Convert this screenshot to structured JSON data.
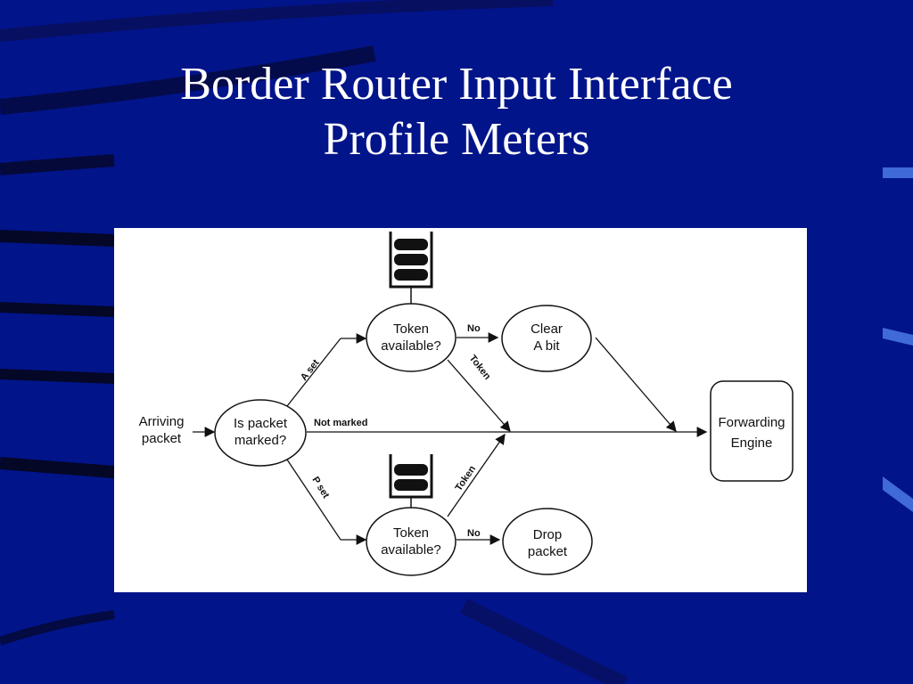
{
  "slide": {
    "title_line1": "Border Router Input Interface",
    "title_line2": "Profile Meters",
    "colors": {
      "background": "#02148a",
      "title": "#ffffff",
      "panel": "#ffffff"
    }
  },
  "diagram": {
    "nodes": {
      "arriving_1": "Arriving",
      "arriving_2": "packet",
      "is_marked_1": "Is packet",
      "is_marked_2": "marked?",
      "token_top_1": "Token",
      "token_top_2": "available?",
      "clear_1": "Clear",
      "clear_2": "A bit",
      "token_bottom_1": "Token",
      "token_bottom_2": "available?",
      "drop_1": "Drop",
      "drop_2": "packet",
      "forwarding_1": "Forwarding",
      "forwarding_2": "Engine"
    },
    "edges": {
      "a_set": "A set",
      "p_set": "P set",
      "not_marked": "Not marked",
      "no_top": "No",
      "no_bottom": "No",
      "token_top": "Token",
      "token_bottom": "Token"
    },
    "icons": [
      "token-bucket-icon",
      "token-bucket-icon"
    ]
  }
}
